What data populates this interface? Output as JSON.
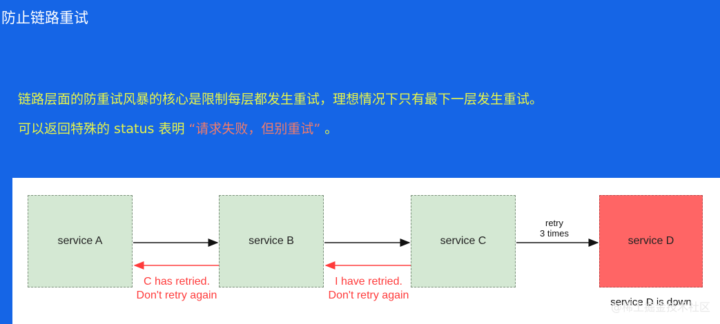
{
  "title": "防止链路重试",
  "body": {
    "line1": "链路层面的防重试风暴的核心是限制每层都发生重试，理想情况下只有最下一层发生重试。",
    "line2_prefix": "可以返回特殊的 status 表明",
    "line2_quote": "“请求失败，但别重试”",
    "line2_suffix": "。"
  },
  "diagram": {
    "nodes": [
      "service A",
      "service B",
      "service C",
      "service D"
    ],
    "retry_label": [
      "retry",
      "3 times"
    ],
    "message_1": [
      "C has retried.",
      "Don't retry again"
    ],
    "message_2": [
      "I have retried.",
      "Don't retry again"
    ],
    "down_label": "service D is down"
  },
  "watermark": "@稀土掘金技术社区",
  "colors": {
    "background": "#1565e6",
    "highlight_text": "#e8f54a",
    "quote_text": "#f07c6c",
    "box_fill": "#d4e8d3",
    "down_box_fill": "#ff6565",
    "message_text": "#ff3b3b"
  }
}
